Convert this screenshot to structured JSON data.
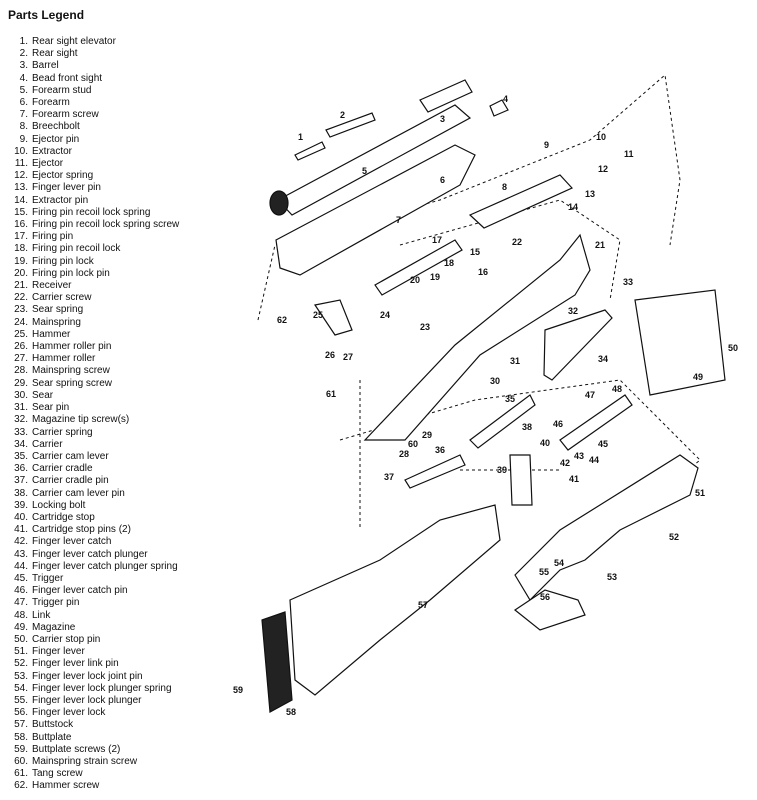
{
  "legend": {
    "title": "Parts Legend",
    "items": [
      {
        "n": "1.",
        "label": "Rear sight elevator"
      },
      {
        "n": "2.",
        "label": "Rear sight"
      },
      {
        "n": "3.",
        "label": "Barrel"
      },
      {
        "n": "4.",
        "label": "Bead front sight"
      },
      {
        "n": "5.",
        "label": "Forearm stud"
      },
      {
        "n": "6.",
        "label": "Forearm"
      },
      {
        "n": "7.",
        "label": "Forearm screw"
      },
      {
        "n": "8.",
        "label": "Breechbolt"
      },
      {
        "n": "9.",
        "label": "Ejector pin"
      },
      {
        "n": "10.",
        "label": "Extractor"
      },
      {
        "n": "11.",
        "label": "Ejector"
      },
      {
        "n": "12.",
        "label": "Ejector spring"
      },
      {
        "n": "13.",
        "label": "Finger lever pin"
      },
      {
        "n": "14.",
        "label": "Extractor pin"
      },
      {
        "n": "15.",
        "label": "Firing pin recoil lock spring"
      },
      {
        "n": "16.",
        "label": "Firing pin recoil lock spring screw"
      },
      {
        "n": "17.",
        "label": "Firing pin"
      },
      {
        "n": "18.",
        "label": "Firing pin recoil lock"
      },
      {
        "n": "19.",
        "label": "Firing pin lock"
      },
      {
        "n": "20.",
        "label": "Firing pin lock pin"
      },
      {
        "n": "21.",
        "label": "Receiver"
      },
      {
        "n": "22.",
        "label": "Carrier screw"
      },
      {
        "n": "23.",
        "label": "Sear spring"
      },
      {
        "n": "24.",
        "label": "Mainspring"
      },
      {
        "n": "25.",
        "label": "Hammer"
      },
      {
        "n": "26.",
        "label": "Hammer roller pin"
      },
      {
        "n": "27.",
        "label": "Hammer roller"
      },
      {
        "n": "28.",
        "label": "Mainspring screw"
      },
      {
        "n": "29.",
        "label": "Sear spring screw"
      },
      {
        "n": "30.",
        "label": "Sear"
      },
      {
        "n": "31.",
        "label": "Sear pin"
      },
      {
        "n": "32.",
        "label": "Magazine tip screw(s)"
      },
      {
        "n": "33.",
        "label": "Carrier spring"
      },
      {
        "n": "34.",
        "label": "Carrier"
      },
      {
        "n": "35.",
        "label": "Carrier cam lever"
      },
      {
        "n": "36.",
        "label": "Carrier cradle"
      },
      {
        "n": "37.",
        "label": "Carrier cradle pin"
      },
      {
        "n": "38.",
        "label": "Carrier cam lever pin"
      },
      {
        "n": "39.",
        "label": "Locking bolt"
      },
      {
        "n": "40.",
        "label": "Cartridge stop"
      },
      {
        "n": "41.",
        "label": "Cartridge stop pins (2)"
      },
      {
        "n": "42.",
        "label": "Finger lever catch"
      },
      {
        "n": "43.",
        "label": "Finger lever catch plunger"
      },
      {
        "n": "44.",
        "label": "Finger lever catch plunger spring"
      },
      {
        "n": "45.",
        "label": "Trigger"
      },
      {
        "n": "46.",
        "label": "Finger lever catch pin"
      },
      {
        "n": "47.",
        "label": "Trigger pin"
      },
      {
        "n": "48.",
        "label": "Link"
      },
      {
        "n": "49.",
        "label": "Magazine"
      },
      {
        "n": "50.",
        "label": "Carrier stop pin"
      },
      {
        "n": "51.",
        "label": "Finger lever"
      },
      {
        "n": "52.",
        "label": "Finger lever link pin"
      },
      {
        "n": "53.",
        "label": "Finger lever lock joint pin"
      },
      {
        "n": "54.",
        "label": "Finger lever lock plunger spring"
      },
      {
        "n": "55.",
        "label": "Finger lever lock plunger"
      },
      {
        "n": "56.",
        "label": "Finger lever lock"
      },
      {
        "n": "57.",
        "label": "Buttstock"
      },
      {
        "n": "58.",
        "label": "Buttplate"
      },
      {
        "n": "59.",
        "label": "Buttplate screws (2)"
      },
      {
        "n": "60.",
        "label": "Mainspring strain screw"
      },
      {
        "n": "61.",
        "label": "Tang screw"
      },
      {
        "n": "62.",
        "label": "Hammer screw"
      }
    ]
  },
  "callouts": [
    {
      "t": "1"
    },
    {
      "t": "2"
    },
    {
      "t": "3"
    },
    {
      "t": "4"
    },
    {
      "t": "5"
    },
    {
      "t": "6"
    },
    {
      "t": "7"
    },
    {
      "t": "8"
    },
    {
      "t": "9"
    },
    {
      "t": "10"
    },
    {
      "t": "11"
    },
    {
      "t": "12"
    },
    {
      "t": "13"
    },
    {
      "t": "14"
    },
    {
      "t": "15"
    },
    {
      "t": "16"
    },
    {
      "t": "17"
    },
    {
      "t": "18"
    },
    {
      "t": "19"
    },
    {
      "t": "20"
    },
    {
      "t": "21"
    },
    {
      "t": "22"
    },
    {
      "t": "23"
    },
    {
      "t": "24"
    },
    {
      "t": "25"
    },
    {
      "t": "26"
    },
    {
      "t": "27"
    },
    {
      "t": "28"
    },
    {
      "t": "29"
    },
    {
      "t": "30"
    },
    {
      "t": "31"
    },
    {
      "t": "32"
    },
    {
      "t": "33"
    },
    {
      "t": "34"
    },
    {
      "t": "35"
    },
    {
      "t": "36"
    },
    {
      "t": "37"
    },
    {
      "t": "38"
    },
    {
      "t": "39"
    },
    {
      "t": "40"
    },
    {
      "t": "41"
    },
    {
      "t": "42"
    },
    {
      "t": "43"
    },
    {
      "t": "44"
    },
    {
      "t": "45"
    },
    {
      "t": "46"
    },
    {
      "t": "47"
    },
    {
      "t": "48"
    },
    {
      "t": "49"
    },
    {
      "t": "50"
    },
    {
      "t": "51"
    },
    {
      "t": "52"
    },
    {
      "t": "53"
    },
    {
      "t": "54"
    },
    {
      "t": "55"
    },
    {
      "t": "56"
    },
    {
      "t": "57"
    },
    {
      "t": "58"
    },
    {
      "t": "59"
    },
    {
      "t": "60"
    },
    {
      "t": "61"
    },
    {
      "t": "62"
    }
  ]
}
